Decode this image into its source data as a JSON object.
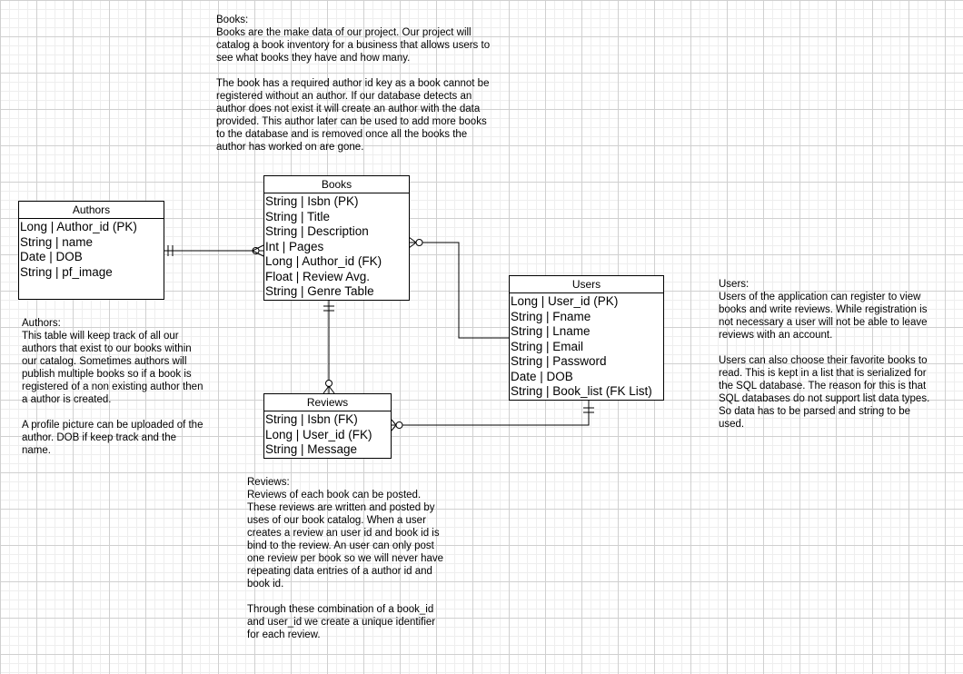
{
  "notes": {
    "books": "Books:\nBooks are the make data of our project. Our project will\ncatalog a book inventory for a business that allows users to\nsee what books they have and how many.\n\nThe book has a required author id key as a book cannot be\nregistered without an author. If our database detects an\nauthor does not exist it will create an author with the data\nprovided. This author later can be used to add more books\nto the database and is removed once all the books the\nauthor has worked on are gone.",
    "authors": "Authors:\nThis table will keep track of all our\nauthors that exist to our books within\nour catalog. Sometimes authors will\npublish multiple books so if a book is\nregistered of a non existing author then\na author is created.\n\nA profile picture can be uploaded of the\nauthor. DOB if keep track and the\nname.",
    "reviews": "Reviews:\nReviews of each book can be posted.\nThese reviews are written and posted by\nuses of our book catalog. When a user\ncreates a review an user id and book id is\nbind to the review. An user can only post\none review per book so we will never have\nrepeating data entries of a author id and\nbook id.\n\nThrough these combination of a book_id\nand user_id we create a unique identifier\nfor each review.",
    "users": "Users:\nUsers of the application can register to view\nbooks and write reviews. While registration is\nnot necessary a user will not be able to leave\nreviews with an account.\n\nUsers can also choose their favorite books to\nread. This is kept in a list that is serialized for\nthe SQL database. The reason for this is that\nSQL databases do not support list data types.\nSo data has to be parsed and string to be\nused."
  },
  "entities": {
    "authors": {
      "title": "Authors",
      "fields": [
        "Long | Author_id (PK)",
        "String | name",
        "Date | DOB",
        "String | pf_image"
      ]
    },
    "books": {
      "title": "Books",
      "fields": [
        "String | Isbn (PK)",
        "String | Title",
        "String | Description",
        "Int | Pages",
        "Long | Author_id (FK)",
        "Float | Review Avg.",
        "String | Genre Table"
      ]
    },
    "users": {
      "title": "Users",
      "fields": [
        "Long | User_id (PK)",
        "String | Fname",
        "String | Lname",
        "String | Email",
        "String | Password",
        "Date | DOB",
        "String | Book_list (FK List)"
      ]
    },
    "reviews": {
      "title": "Reviews",
      "fields": [
        "String | Isbn (FK)",
        "Long | User_id (FK)",
        "String | Message"
      ]
    }
  },
  "relationships": [
    {
      "from": "authors",
      "to": "books",
      "from_cardinality": "one-and-only-one",
      "to_cardinality": "zero-or-many"
    },
    {
      "from": "books",
      "to": "users",
      "from_cardinality": "zero-or-many",
      "to_cardinality": "none"
    },
    {
      "from": "books",
      "to": "reviews",
      "from_cardinality": "one-and-only-one",
      "to_cardinality": "zero-or-many"
    },
    {
      "from": "users",
      "to": "reviews",
      "from_cardinality": "one-and-only-one",
      "to_cardinality": "zero-or-many"
    }
  ]
}
